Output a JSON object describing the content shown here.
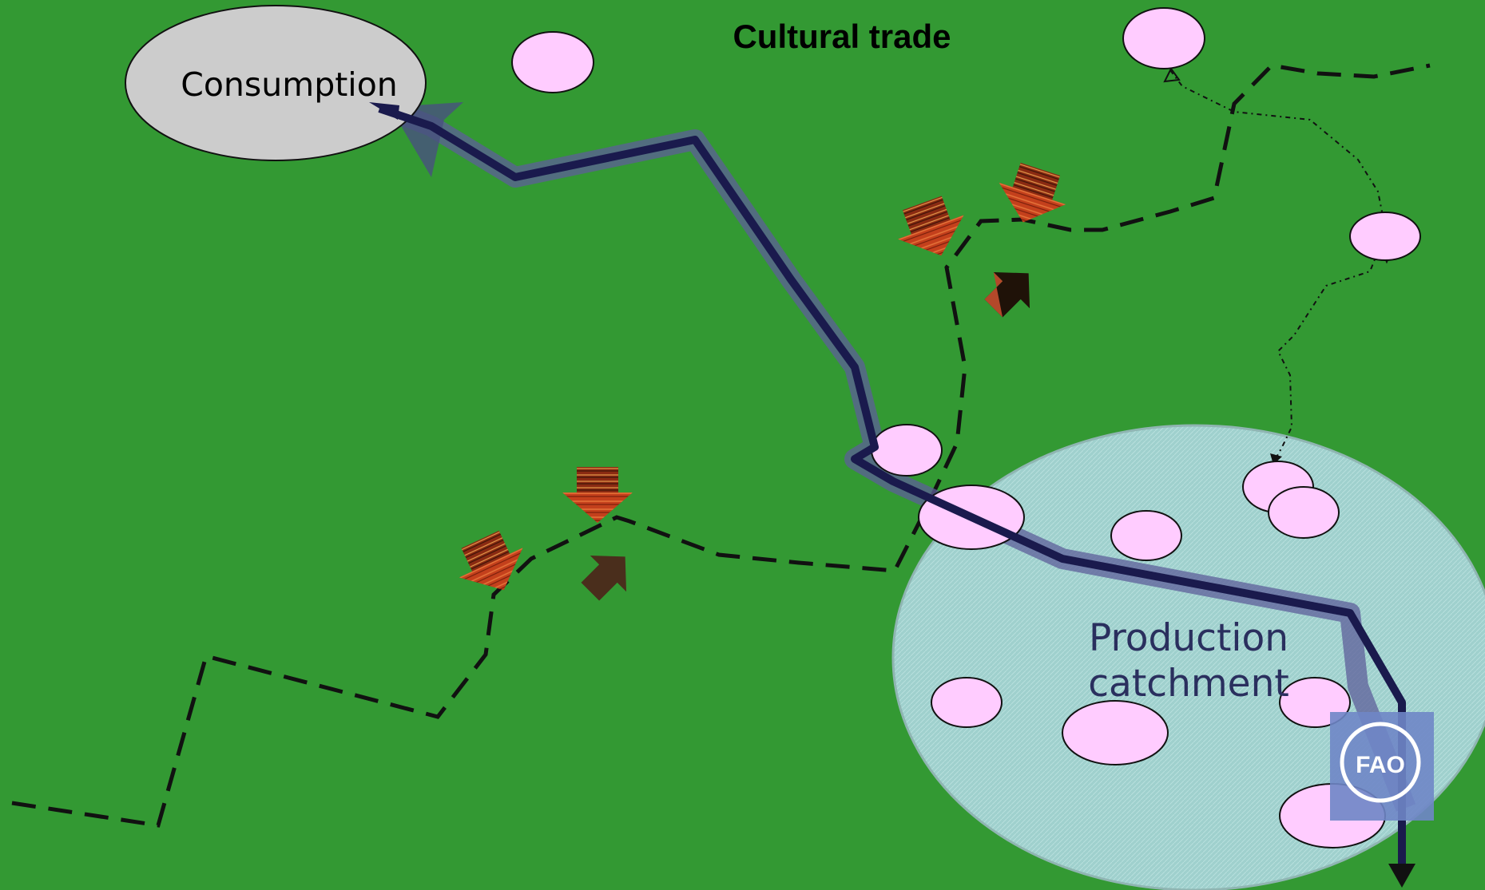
{
  "diagram": {
    "title": "Cultural trade",
    "consumption_label": "Consumption",
    "production_label_line1": "Production",
    "production_label_line2": "catchment",
    "logo_text": "FAO"
  },
  "colors": {
    "background": "#339933",
    "consumption_fill": "#cccccc",
    "node_fill": "#ffccff",
    "catchment_fill": "#99cccc",
    "catchment_text": "#2a2f5e",
    "main_route": "#1a1a4d",
    "main_route_halo": "#6f72b0",
    "border_line": "#111111",
    "arrow_red": "#c0441a",
    "arrow_dark": "#2b1b10",
    "logo_blue": "#6f86c6"
  },
  "icons": {
    "trade_arrow": "carpet-textured-arrow-icon",
    "logo": "fao-logo-icon"
  }
}
